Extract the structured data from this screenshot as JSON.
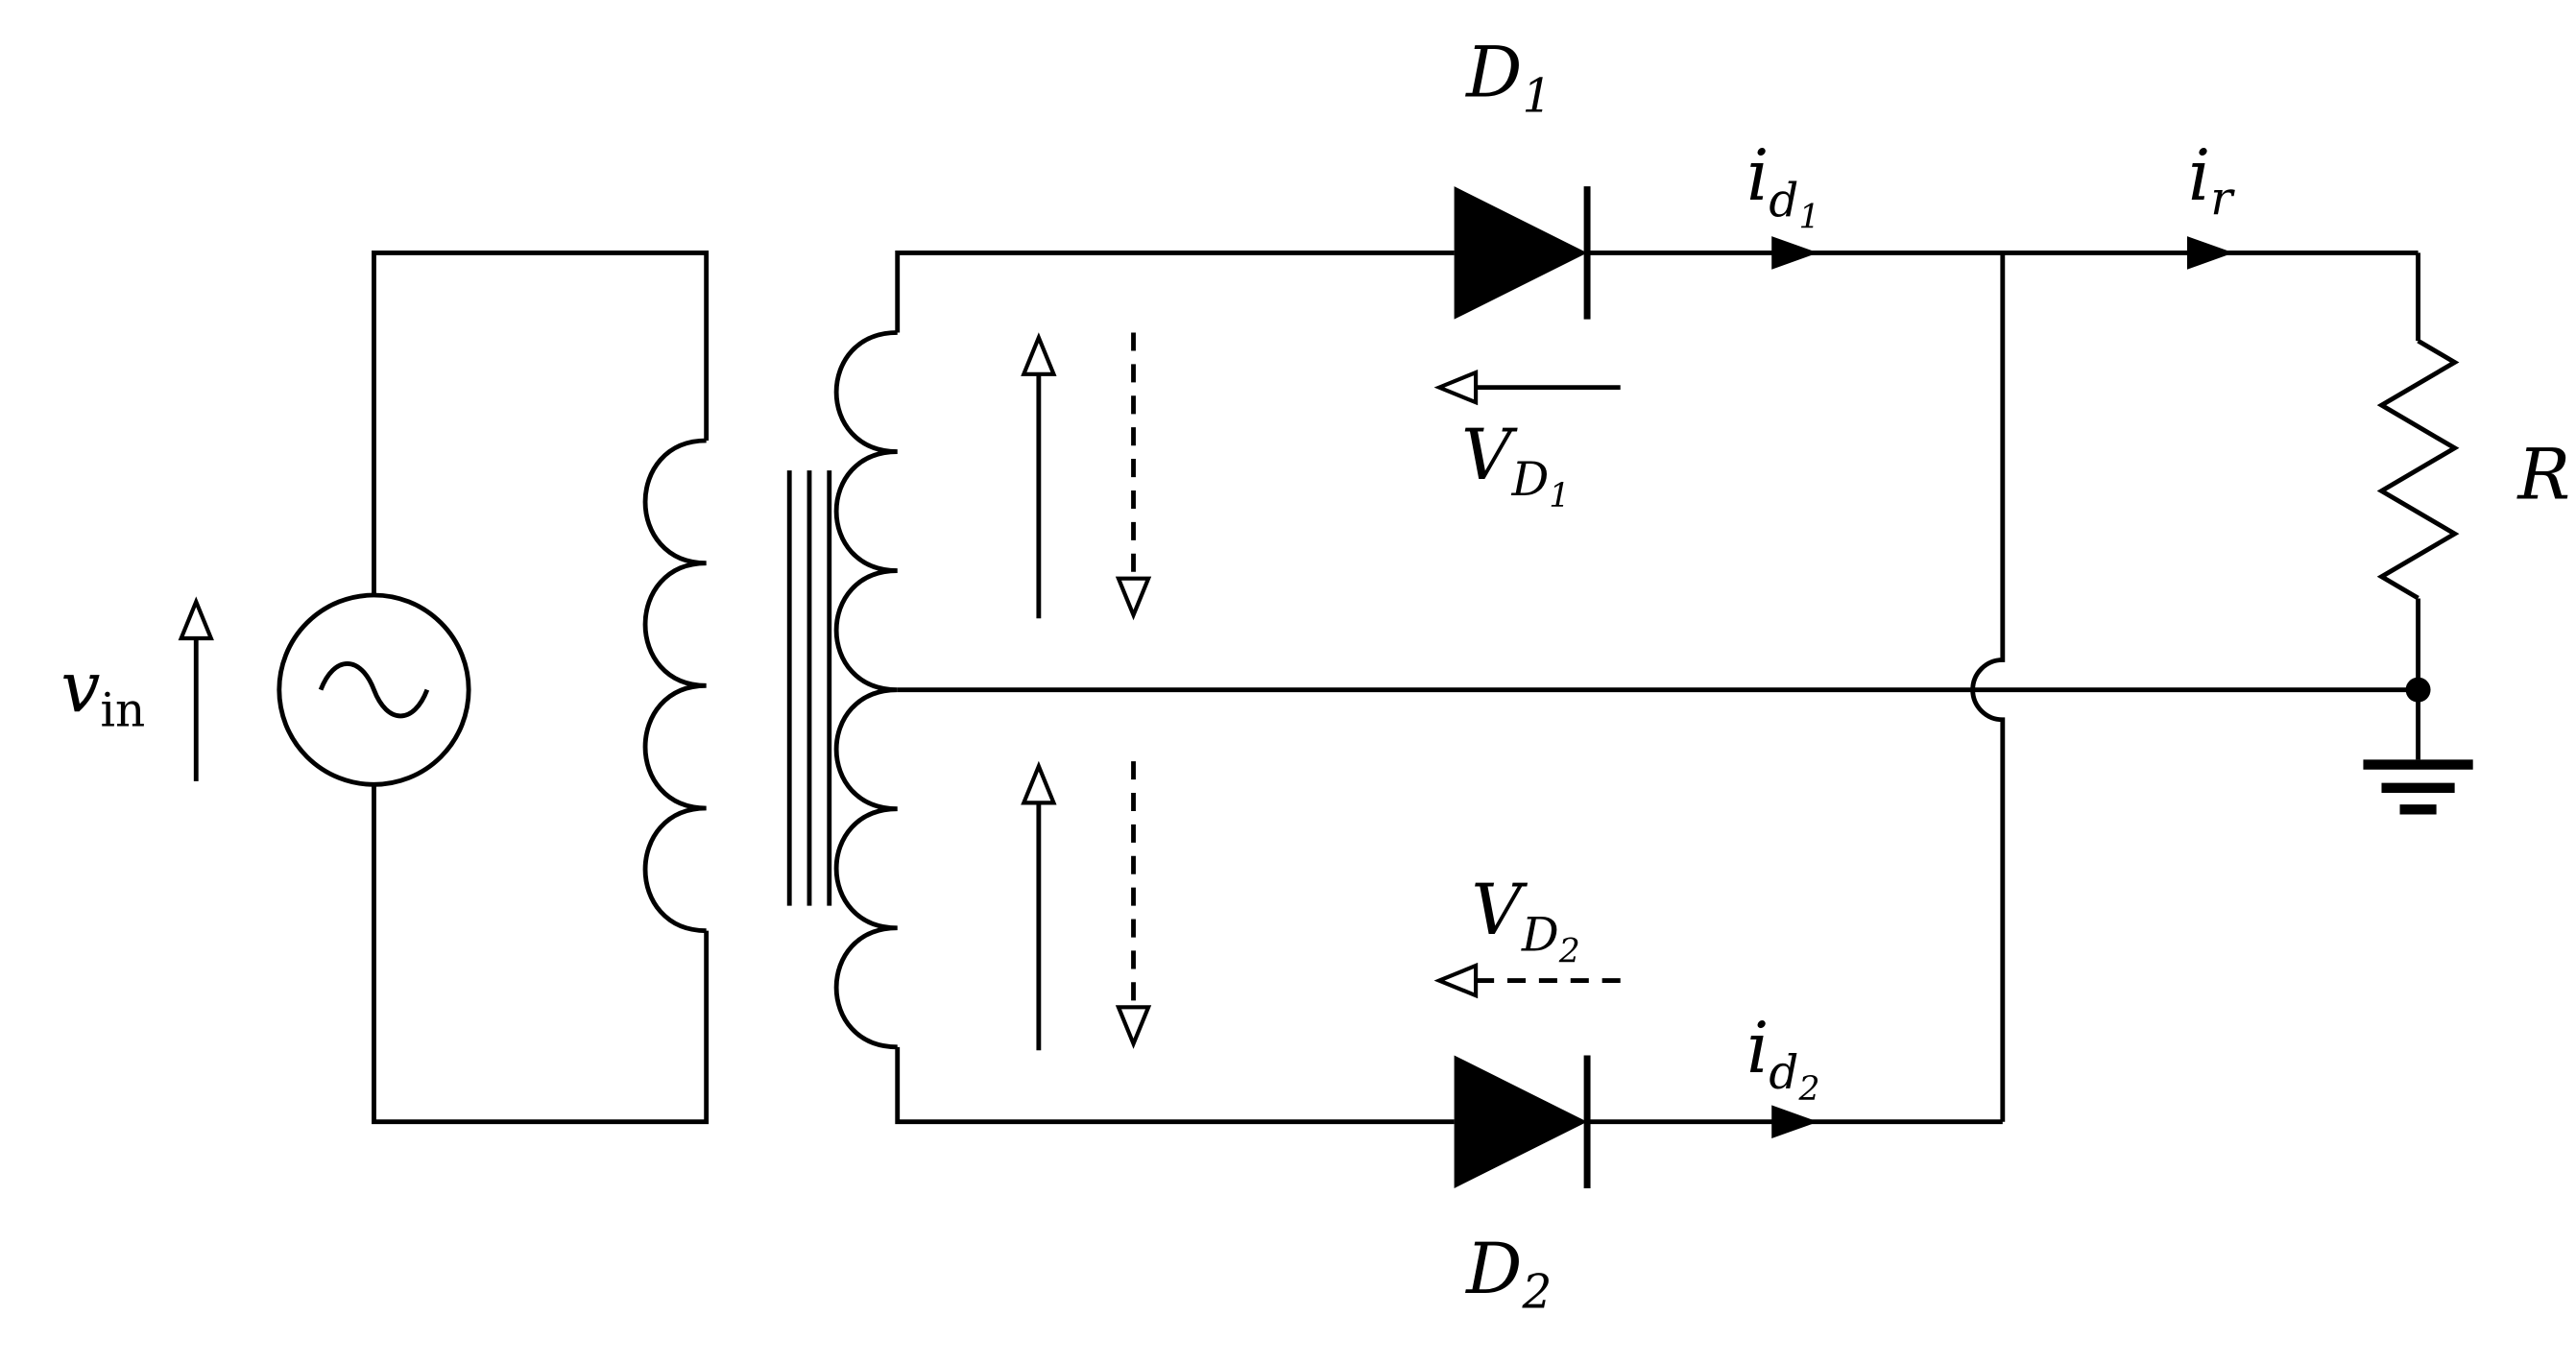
{
  "labels": {
    "vin": {
      "base": "v",
      "sub": "in"
    },
    "d1": {
      "base": "D",
      "sub": "1"
    },
    "d2": {
      "base": "D",
      "sub": "2"
    },
    "id1": {
      "base": "i",
      "sub": "d",
      "subsub": "1"
    },
    "id2": {
      "base": "i",
      "sub": "d",
      "subsub": "2"
    },
    "ir": {
      "base": "i",
      "sub": "r"
    },
    "vd1": {
      "base": "V",
      "sub": "D",
      "subsub": "1"
    },
    "vd2": {
      "base": "V",
      "sub": "D",
      "subsub": "2"
    },
    "r": {
      "base": "R"
    }
  },
  "colors": {
    "line": "#000000",
    "background": "#ffffff"
  }
}
